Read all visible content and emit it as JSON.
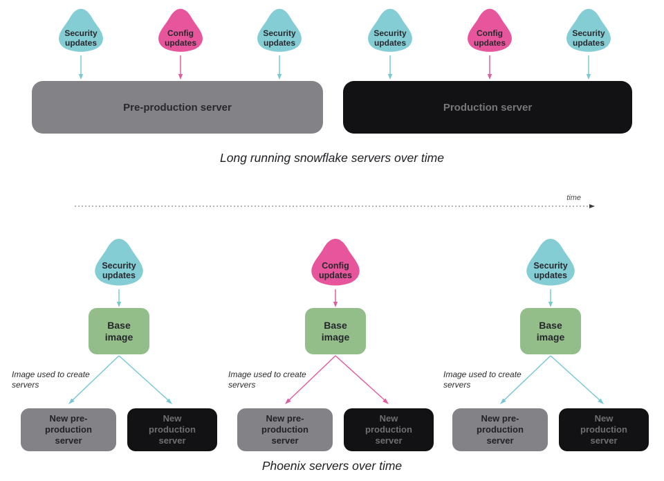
{
  "colors": {
    "teal": "#84cdd4",
    "pink": "#e7559c",
    "teal_arrow": "#7ac8d1",
    "pink_arrow": "#df5f9e",
    "green": "#93be89",
    "gray_server": "#828287",
    "black_server": "#121214",
    "muted_on_black": "#77777b"
  },
  "snowflake": {
    "caption": "Long running snowflake servers over time",
    "updates": [
      {
        "label": "Security updates",
        "type": "security"
      },
      {
        "label": "Config updates",
        "type": "config"
      },
      {
        "label": "Security updates",
        "type": "security"
      },
      {
        "label": "Security updates",
        "type": "security"
      },
      {
        "label": "Config updates",
        "type": "config"
      },
      {
        "label": "Security updates",
        "type": "security"
      }
    ],
    "servers": [
      {
        "label": "Pre-production server",
        "variant": "gray"
      },
      {
        "label": "Production server",
        "variant": "black"
      }
    ]
  },
  "timeline": {
    "label": "time"
  },
  "phoenix": {
    "caption": "Phoenix servers over time",
    "annotation": "Image used to create servers",
    "groups": [
      {
        "type": "security",
        "update_label": "Security updates",
        "base_label": "Base image",
        "servers": [
          {
            "label": "New pre-production server",
            "variant": "gray"
          },
          {
            "label": "New production server",
            "variant": "black"
          }
        ]
      },
      {
        "type": "config",
        "update_label": "Config updates",
        "base_label": "Base image",
        "servers": [
          {
            "label": "New pre-production server",
            "variant": "gray"
          },
          {
            "label": "New production server",
            "variant": "black"
          }
        ]
      },
      {
        "type": "security",
        "update_label": "Security updates",
        "base_label": "Base image",
        "servers": [
          {
            "label": "New pre-production server",
            "variant": "gray"
          },
          {
            "label": "New production server",
            "variant": "black"
          }
        ]
      }
    ]
  }
}
